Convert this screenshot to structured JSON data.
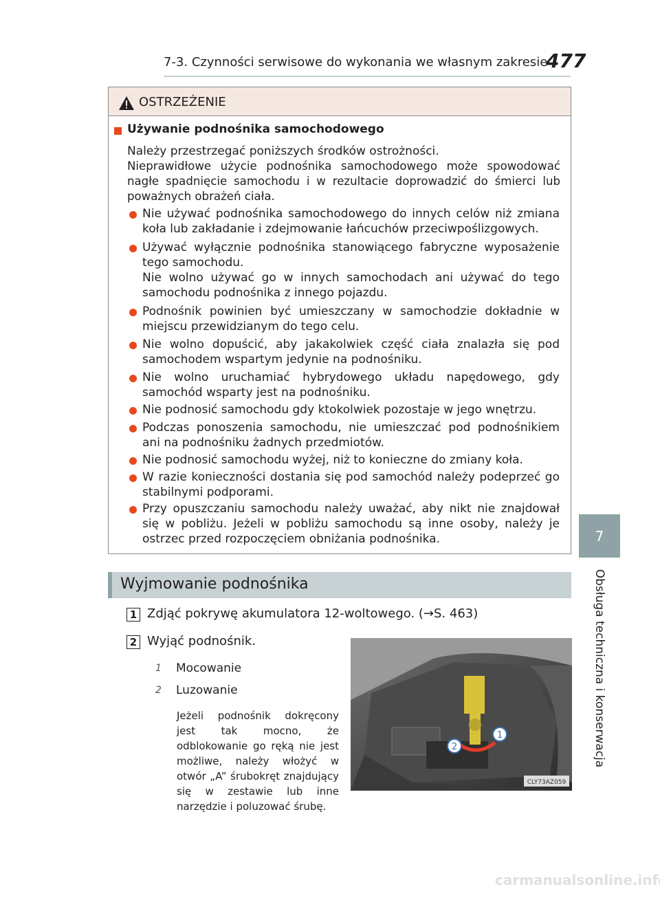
{
  "header": {
    "section_title": "7-3. Czynności serwisowe do wykonania we własnym zakresie",
    "page_number": "477"
  },
  "side_tab": {
    "chapter_number": "7",
    "chapter_title": "Obsługa techniczna i konserwacja"
  },
  "warning": {
    "title": "OSTRZEŻENIE",
    "subtitle": "Używanie podnośnika samochodowego",
    "intro_lines": [
      "Należy przestrzegać poniższych środków ostrożności.",
      "Nieprawidłowe użycie podnośnika samochodowego może spowodować nagłe spadnięcie samochodu i w rezultacie doprowadzić do śmierci lub poważnych obrażeń ciała."
    ],
    "bullets": [
      "Nie używać podnośnika samochodowego do innych celów niż zmiana koła lub zakładanie i zdejmowanie łańcuchów przeciwpoślizgowych.",
      "Używać wyłącznie podnośnika stanowiącego fabryczne wyposażenie tego samochodu.",
      "Nie wolno używać go w innych samochodach ani używać do tego samochodu podnośnika z innego pojazdu.",
      "Podnośnik powinien być umieszczany w samochodzie dokładnie w miejscu przewidzianym do tego celu.",
      "Nie wolno dopuścić, aby jakakolwiek część ciała znalazła się pod samochodem wspartym jedynie na podnośniku.",
      "Nie wolno uruchamiać hybrydowego układu napędowego, gdy samochód wsparty jest na podnośniku.",
      "Nie podnosić samochodu gdy ktokolwiek pozostaje w jego wnętrzu.",
      "Podczas ponoszenia samochodu, nie umieszczać pod podnośnikiem ani na podnośniku żadnych przedmiotów.",
      "Nie podnosić samochodu wyżej, niż to konieczne do zmiany koła.",
      "W razie konieczności dostania się pod samochód należy podeprzeć go stabilnymi podporami.",
      "Przy opuszczaniu samochodu należy uważać, aby nikt nie znajdował się w pobliżu. Jeżeli w pobliżu samochodu są inne osoby, należy je ostrzec przed rozpoczęciem obniżania podnośnika."
    ]
  },
  "section": {
    "title": "Wyjmowanie podnośnika",
    "step1_num": "1",
    "step1_text": "Zdjąć pokrywę akumulatora 12-woltowego. (→S. 463)",
    "step2_num": "2",
    "step2_text": "Wyjąć podnośnik.",
    "labels": [
      {
        "num": "1",
        "text": "Mocowanie"
      },
      {
        "num": "2",
        "text": "Luzowanie"
      }
    ],
    "note": "Jeżeli podnośnik dokręcony jest tak mocno, że odblokowanie go ręką nie jest możliwe, należy włożyć w otwór „A” śrubokręt znajdujący się w zestawie lub inne narzędzie i poluzować śrubę.",
    "image_code": "CLY73AZ059",
    "image_callouts": [
      "1",
      "2"
    ]
  },
  "footer": {
    "watermark": "carmanualsonline.info"
  }
}
